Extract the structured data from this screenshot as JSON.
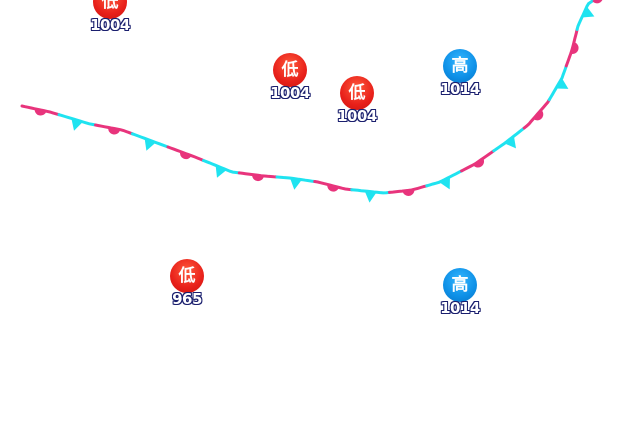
{
  "map": {
    "front": {
      "type": "stationary-front",
      "warm_color": "#e8347c",
      "cold_color": "#1fe3f0"
    },
    "centers": [
      {
        "id": "low-1",
        "kind": "low",
        "symbol": "低",
        "pressure": "1004"
      },
      {
        "id": "low-2",
        "kind": "low",
        "symbol": "低",
        "pressure": "1004"
      },
      {
        "id": "low-3",
        "kind": "low",
        "symbol": "低",
        "pressure": "1004"
      },
      {
        "id": "high-1",
        "kind": "high",
        "symbol": "高",
        "pressure": "1014"
      },
      {
        "id": "low-4",
        "kind": "low",
        "symbol": "低",
        "pressure": "965"
      },
      {
        "id": "high-2",
        "kind": "high",
        "symbol": "高",
        "pressure": "1014"
      }
    ],
    "colors": {
      "low": "#e8201a",
      "high": "#0d8fe6",
      "label_outline": "#1a1f6e"
    }
  }
}
